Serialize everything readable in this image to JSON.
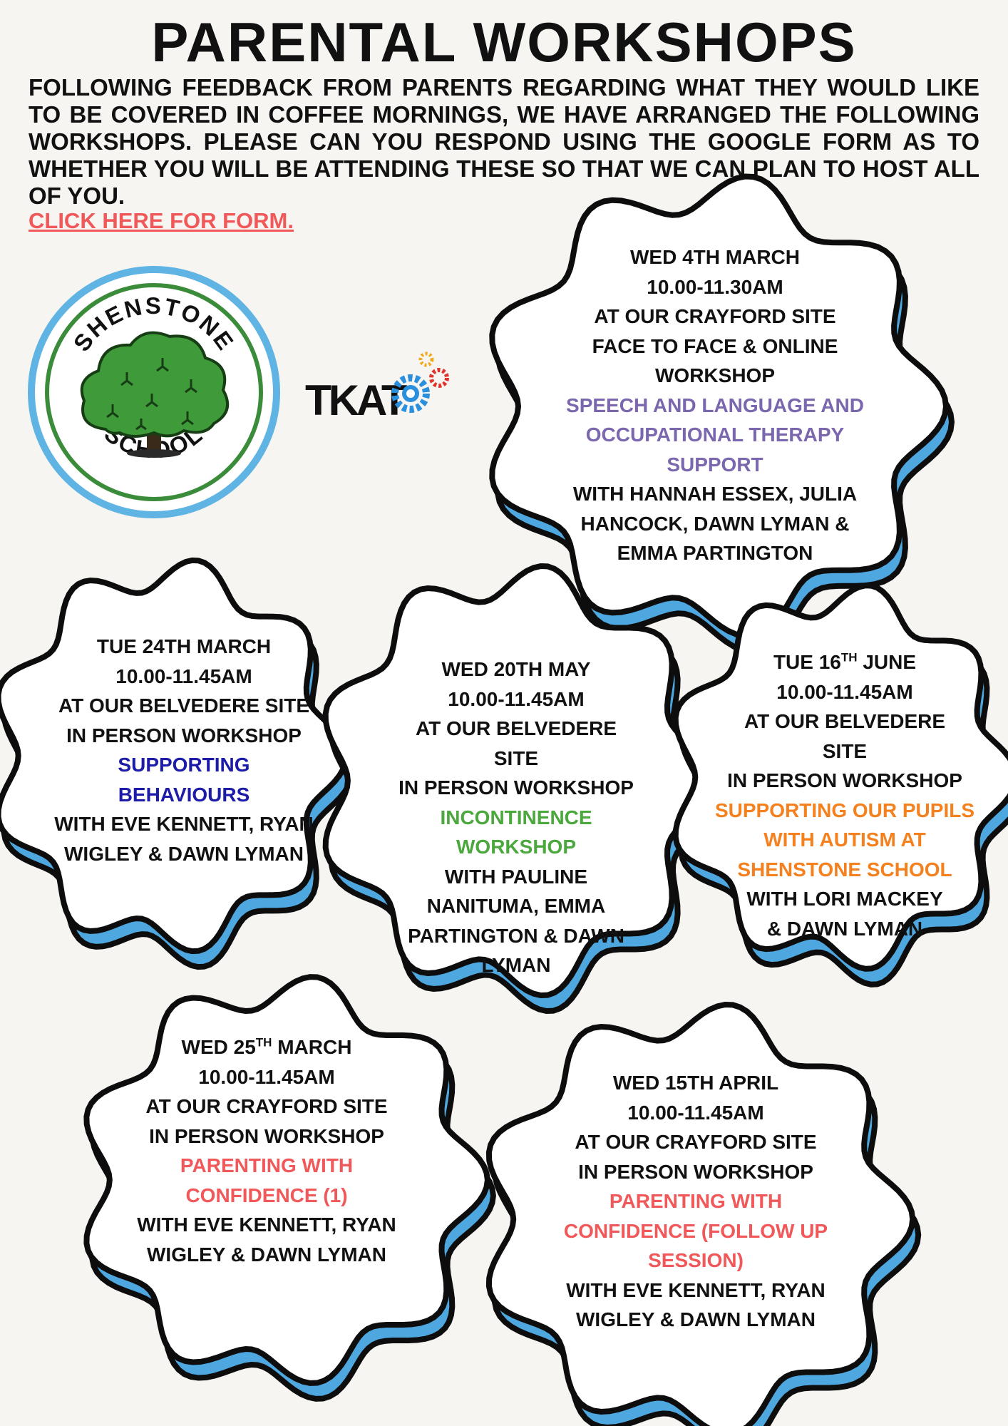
{
  "title": "PARENTAL WORKSHOPS",
  "intro": "FOLLOWING FEEDBACK FROM PARENTS REGARDING WHAT THEY WOULD LIKE TO BE COVERED IN COFFEE MORNINGS, WE HAVE ARRANGED THE FOLLOWING WORKSHOPS. PLEASE CAN YOU RESPOND USING THE GOOGLE FORM AS TO WHETHER YOU WILL BE ATTENDING THESE SO THAT WE CAN PLAN TO HOST ALL OF YOU.",
  "form_link": "CLICK HERE FOR FORM.",
  "logo": {
    "top_text": "SHENSTONE",
    "bottom_text": "SCHOOL",
    "icon": "tree-icon"
  },
  "tkat": {
    "text": "TKAT",
    "icon": "gear-icon"
  },
  "colors": {
    "blob_fill": "#ffffff",
    "blob_stroke": "#0d0d0d",
    "blob_shadow": "#4ea7de",
    "link": "#f0585a",
    "purple": "#7b67ad",
    "navy": "#1c1ca8",
    "green": "#4aa83c",
    "orange": "#f5801e",
    "coral": "#f0585a"
  },
  "workshops": [
    {
      "date_main": "WED 4TH MARCH",
      "date_sup": "",
      "date_rest": "",
      "time": "10.00-11.30AM",
      "site": "AT OUR CRAYFORD SITE",
      "format": "FACE TO FACE & ONLINE WORKSHOP",
      "topic": "SPEECH AND LANGUAGE AND OCCUPATIONAL THERAPY SUPPORT",
      "presenters": "WITH HANNAH ESSEX, JULIA HANCOCK, DAWN LYMAN & EMMA PARTINGTON"
    },
    {
      "date_main": "TUE 24TH  MARCH",
      "date_sup": "",
      "date_rest": "",
      "time": "10.00-11.45AM",
      "site": "AT OUR BELVEDERE SITE",
      "format": "IN PERSON WORKSHOP",
      "topic": "SUPPORTING BEHAVIOURS",
      "presenters": "WITH EVE KENNETT, RYAN WIGLEY & DAWN LYMAN"
    },
    {
      "date_main": "WED 20TH MAY",
      "date_sup": "",
      "date_rest": "",
      "time": "10.00-11.45AM",
      "site": "AT OUR BELVEDERE SITE",
      "format": "IN PERSON WORKSHOP",
      "topic": "INCONTINENCE WORKSHOP",
      "presenters": "WITH PAULINE NANITUMA, EMMA PARTINGTON & DAWN LYMAN"
    },
    {
      "date_main": "TUE 16",
      "date_sup": "TH",
      "date_rest": " JUNE",
      "time": "10.00-11.45AM",
      "site": "AT OUR BELVEDERE SITE",
      "format": "IN PERSON WORKSHOP",
      "topic": "SUPPORTING OUR PUPILS WITH AUTISM AT SHENSTONE SCHOOL",
      "presenters": "WITH LORI MACKEY & DAWN LYMAN"
    },
    {
      "date_main": "WED 25",
      "date_sup": "TH",
      "date_rest": " MARCH",
      "time": "10.00-11.45AM",
      "site": "AT OUR CRAYFORD SITE",
      "format": "IN PERSON WORKSHOP",
      "topic": "PARENTING WITH CONFIDENCE (1)",
      "presenters": "WITH EVE KENNETT, RYAN WIGLEY & DAWN LYMAN"
    },
    {
      "date_main": "WED 15TH APRIL",
      "date_sup": "",
      "date_rest": "",
      "time": "10.00-11.45AM",
      "site": "AT OUR CRAYFORD SITE",
      "format": "IN PERSON WORKSHOP",
      "topic": "PARENTING WITH CONFIDENCE (FOLLOW UP SESSION)",
      "presenters": "WITH EVE KENNETT, RYAN WIGLEY & DAWN LYMAN"
    }
  ]
}
